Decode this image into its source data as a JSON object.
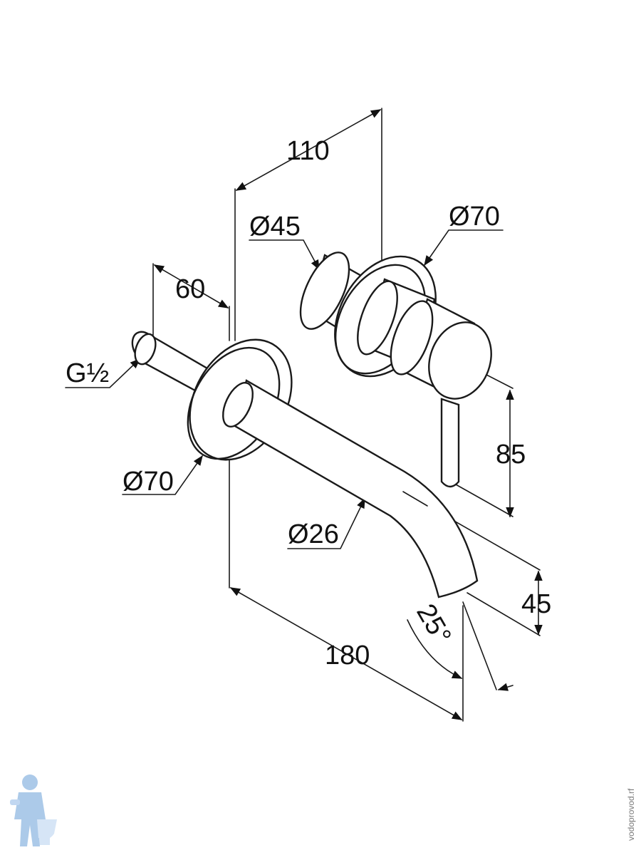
{
  "diagram": {
    "labels": {
      "width_top": "110",
      "depth_left": "60",
      "diameter_handle": "Ø45",
      "diameter_rosette_right": "Ø70",
      "thread": "G½",
      "diameter_rosette_left": "Ø70",
      "diameter_spout": "Ø26",
      "height_handle": "85",
      "height_spout": "45",
      "angle": "25°",
      "spout_length": "180"
    },
    "watermark": {
      "side_text": "vodoprovod.rf",
      "logo_icon": "plumber-logo-icon"
    },
    "colors": {
      "line": "#1a1a1a",
      "watermark": "#6a9fd8"
    }
  }
}
